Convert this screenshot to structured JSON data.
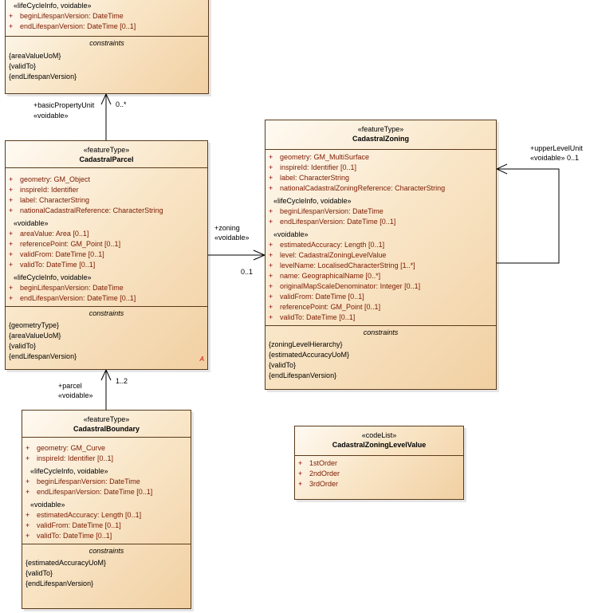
{
  "top_class": {
    "stereotype_group": "«lifeCycleInfo, voidable»",
    "attributes": [
      {
        "vis": "+",
        "text": "beginLifespanVersion: DateTime"
      },
      {
        "vis": "+",
        "text": "endLifespanVersion: DateTime [0..1]"
      }
    ],
    "constraints_title": "constraints",
    "constraints": [
      "{areaValueUoM}",
      "{validTo}",
      "{endLifespanVersion}"
    ]
  },
  "parcel": {
    "stereotype": "«featureType»",
    "name": "CadastralParcel",
    "attributes": [
      {
        "vis": "+",
        "text": "geometry: GM_Object"
      },
      {
        "vis": "+",
        "text": "inspireId: Identifier"
      },
      {
        "vis": "+",
        "text": "label: CharacterString"
      },
      {
        "vis": "+",
        "text": "nationalCadastralReference: CharacterString"
      }
    ],
    "group_voidable": "«voidable»",
    "voidable_attributes": [
      {
        "vis": "+",
        "text": "areaValue: Area [0..1]"
      },
      {
        "vis": "+",
        "text": "referencePoint: GM_Point [0..1]"
      },
      {
        "vis": "+",
        "text": "validFrom: DateTime [0..1]"
      },
      {
        "vis": "+",
        "text": "validTo: DateTime [0..1]"
      }
    ],
    "group_lifecycle": "«lifeCycleInfo, voidable»",
    "lifecycle_attributes": [
      {
        "vis": "+",
        "text": "beginLifespanVersion: DateTime"
      },
      {
        "vis": "+",
        "text": "endLifespanVersion: DateTime [0..1]"
      }
    ],
    "constraints_title": "constraints",
    "constraints": [
      "{geometryType}",
      "{areaValueUoM}",
      "{validTo}",
      "{endLifespanVersion}"
    ],
    "marker": "A"
  },
  "zoning": {
    "stereotype": "«featureType»",
    "name": "CadastralZoning",
    "attributes": [
      {
        "vis": "+",
        "text": "geometry: GM_MultiSurface"
      },
      {
        "vis": "+",
        "text": "inspireId: Identifier [0..1]"
      },
      {
        "vis": "+",
        "text": "label: CharacterString"
      },
      {
        "vis": "+",
        "text": "nationalCadastralZoningReference: CharacterString"
      }
    ],
    "group_lifecycle": "«lifeCycleInfo, voidable»",
    "lifecycle_attributes": [
      {
        "vis": "+",
        "text": "beginLifespanVersion: DateTime"
      },
      {
        "vis": "+",
        "text": "endLifespanVersion: DateTime [0..1]"
      }
    ],
    "group_voidable": "«voidable»",
    "voidable_attributes": [
      {
        "vis": "+",
        "text": "estimatedAccuracy: Length [0..1]"
      },
      {
        "vis": "+",
        "text": "level: CadastralZoningLevelValue"
      },
      {
        "vis": "+",
        "text": "levelName: LocalisedCharacterString [1..*]"
      },
      {
        "vis": "+",
        "text": "name: GeographicalName [0..*]"
      },
      {
        "vis": "+",
        "text": "originalMapScaleDenominator: Integer [0..1]"
      },
      {
        "vis": "+",
        "text": "validFrom: DateTime [0..1]"
      },
      {
        "vis": "+",
        "text": "referencePoint: GM_Point [0..1]"
      },
      {
        "vis": "+",
        "text": "validTo: DateTime [0..1]"
      }
    ],
    "constraints_title": "constraints",
    "constraints": [
      "{zoningLevelHierarchy}",
      "{estimatedAccuracyUoM}",
      "{validTo}",
      "{endLifespanVersion}"
    ]
  },
  "boundary": {
    "stereotype": "«featureType»",
    "name": "CadastralBoundary",
    "attributes": [
      {
        "vis": "+",
        "text": "geometry: GM_Curve"
      },
      {
        "vis": "+",
        "text": "inspireId: Identifier [0..1]"
      }
    ],
    "group_lifecycle": "«lifeCycleInfo, voidable»",
    "lifecycle_attributes": [
      {
        "vis": "+",
        "text": "beginLifespanVersion: DateTime"
      },
      {
        "vis": "+",
        "text": "endLifespanVersion: DateTime [0..1]"
      }
    ],
    "group_voidable": "«voidable»",
    "voidable_attributes": [
      {
        "vis": "+",
        "text": "estimatedAccuracy: Length [0..1]"
      },
      {
        "vis": "+",
        "text": "validFrom: DateTime [0..1]"
      },
      {
        "vis": "+",
        "text": "validTo: DateTime [0..1]"
      }
    ],
    "constraints_title": "constraints",
    "constraints": [
      "{estimatedAccuracyUoM}",
      "{validTo}",
      "{endLifespanVersion}"
    ]
  },
  "codelist": {
    "stereotype": "«codeList»",
    "name": "CadastralZoningLevelValue",
    "values": [
      {
        "vis": "+",
        "text": "1stOrder"
      },
      {
        "vis": "+",
        "text": "2ndOrder"
      },
      {
        "vis": "+",
        "text": "3rdOrder"
      }
    ]
  },
  "associations": {
    "basic_property_unit": {
      "role": "+basicPropertyUnit",
      "stereo": "«voidable»",
      "mult": "0..*"
    },
    "zoning": {
      "role": "+zoning",
      "stereo": "«voidable»",
      "mult": "0..1"
    },
    "upper_level_unit": {
      "role": "+upperLevelUnit",
      "stereo_mult": "«voidable» 0..1"
    },
    "parcel": {
      "role": "+parcel",
      "stereo": "«voidable»",
      "mult": "1..2"
    }
  }
}
